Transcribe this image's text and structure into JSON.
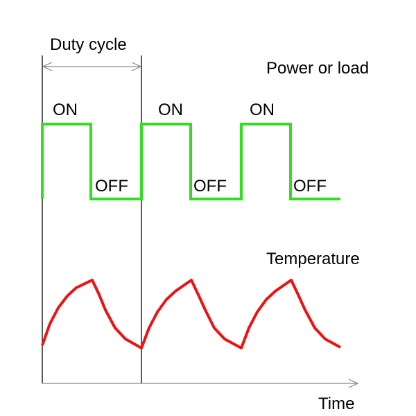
{
  "labels": {
    "duty_cycle": "Duty cycle",
    "power_or_load": "Power or load",
    "temperature": "Temperature",
    "time": "Time"
  },
  "pulses": [
    {
      "on_label": "ON",
      "off_label": "OFF"
    },
    {
      "on_label": "ON",
      "off_label": "OFF"
    },
    {
      "on_label": "ON",
      "off_label": "OFF"
    }
  ],
  "colors": {
    "power_signal": "#33dd22",
    "temperature_curve": "#ee1111",
    "axis": "#888888",
    "guide_lines": "#000000"
  }
}
